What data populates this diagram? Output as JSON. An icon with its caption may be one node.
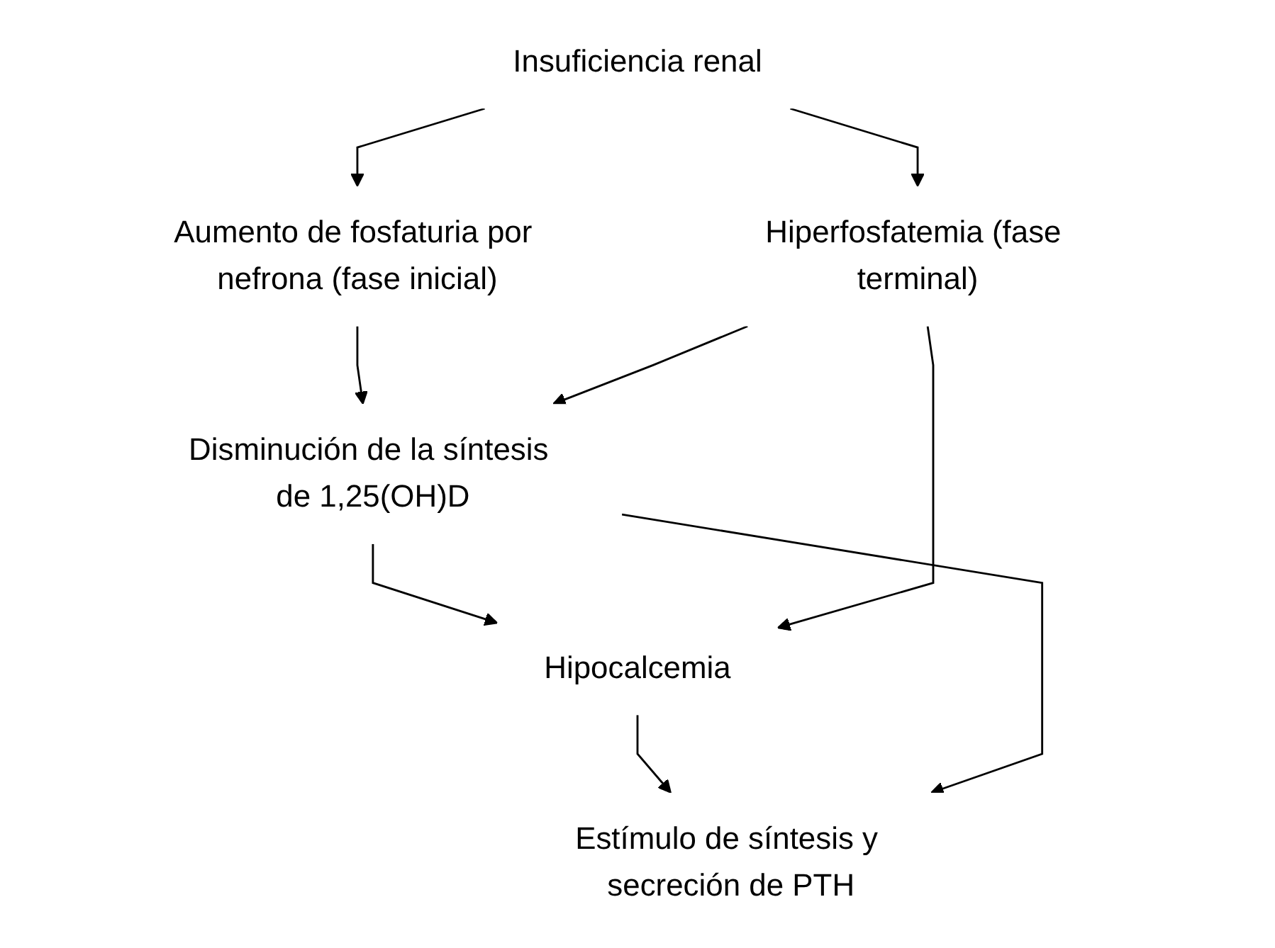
{
  "diagram": {
    "nodes": [
      {
        "text": [
          "Insuficiencia renal"
        ]
      },
      {
        "text": [
          "Aumento de fosfaturia por nefrona (fase inicial)"
        ]
      },
      {
        "text": [
          "Hiperfosfatemia (fase terminal)"
        ]
      },
      {
        "text": [
          "Disminución de la síntesis de 1,25(OH)D"
        ]
      },
      {
        "text": [
          "Hipocalcemia"
        ]
      },
      {
        "text": [
          "Estímulo de síntesis y secreción de PTH"
        ]
      }
    ],
    "edges": [
      {
        "from": 0,
        "to": 1,
        "arrow": "to"
      },
      {
        "from": 0,
        "to": 2,
        "arrow": "to"
      },
      {
        "from": 1,
        "to": 3,
        "arrow": "to"
      },
      {
        "from": 2,
        "to": 3,
        "arrow": "to"
      },
      {
        "from": 3,
        "to": 4,
        "arrow": "to"
      },
      {
        "from": 2,
        "to": 4,
        "arrow": "to"
      },
      {
        "from": 4,
        "to": 5,
        "arrow": "to"
      },
      {
        "from": 3,
        "to": 5,
        "arrow": "to"
      }
    ]
  }
}
